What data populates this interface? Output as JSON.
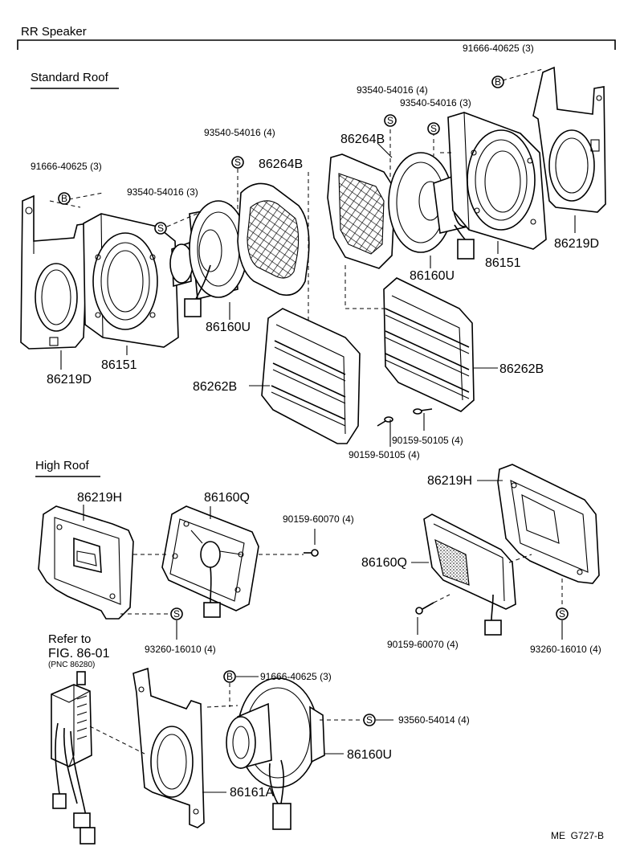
{
  "title": "RR Speaker",
  "sections": {
    "standard_roof": "Standard Roof",
    "high_roof": "High Roof"
  },
  "footer_code": "ME  G727-B",
  "markers": {
    "bolt": "B",
    "screw": "S"
  },
  "callouts": {
    "std_bolt_right": "91666-40625 (3)",
    "std_screw_right_a": "93540-54016 (4)",
    "std_screw_right_b": "93540-54016 (3)",
    "std_screw_left_a": "93540-54016 (4)",
    "std_bolt_left": "91666-40625 (3)",
    "std_screw_left_b": "93540-54016 (3)",
    "grille_left_top": "86264B",
    "grille_right_top": "86264B",
    "bracket_left": "86219D",
    "bracket_right": "86219D",
    "housing_left": "86151",
    "housing_right": "86151",
    "speaker_left": "86160U",
    "speaker_right": "86160U",
    "cover_left": "86262B",
    "cover_right": "86262B",
    "cover_screw_right": "90159-50105 (4)",
    "cover_screw_left": "90159-50105 (4)",
    "high_bracket_left": "86219H",
    "high_speaker_left": "86160Q",
    "high_screw_left": "90159-60070 (4)",
    "high_nut_left": "93260-16010 (4)",
    "high_bracket_right": "86219H",
    "high_speaker_right": "86160Q",
    "high_screw_right": "90159-60070 (4)",
    "high_nut_right": "93260-16010 (4)",
    "refer_line1": "Refer to",
    "refer_line2": "FIG. 86-01",
    "refer_line3": "(PNC 86280)",
    "bottom_bolt": "91666-40625 (3)",
    "bottom_screw": "93560-54014 (4)",
    "bottom_speaker": "86160U",
    "bottom_bracket": "86161A"
  }
}
